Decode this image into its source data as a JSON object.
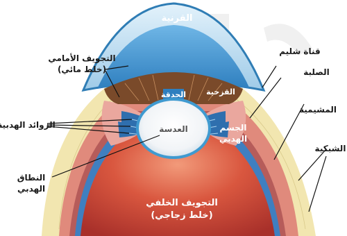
{
  "labels": {
    "cornea": "القرنية",
    "schlemm": "قناة شليم",
    "anterior_chamber": "التجويف الأمامي",
    "anterior_chamber_sub": "(خلط مائي)",
    "iris": "القزحية",
    "pupil": "الحدقة",
    "sclera": "الصلبة",
    "ciliary_processes": "الزوائد الهدبية",
    "lens": "العدسة",
    "choroid": "المشيمية",
    "ciliary_body_1": "الجسم",
    "ciliary_body_2": "الهدبي",
    "retina": "الشبكية",
    "zonule_1": "النطاق",
    "zonule_2": "الهدبي",
    "posterior_chamber": "التجويف الخلفي",
    "posterior_chamber_sub": "(خلط زجاجي)"
  },
  "colors": {
    "background": "#ffffff",
    "vitreous": "#c9473d",
    "vitreous_highlight": "#f08a70",
    "retina": "#a95a5a",
    "choroid": "#d97a6e",
    "sclera": "#f2e9b6",
    "cornea": "#bfe0f2",
    "cornea_rim": "#2f7db5",
    "aqueous": "#4d9bd6",
    "iris": "#7a4a2a",
    "ciliary_body": "#e9a59c",
    "lens": "#f7f7f7",
    "lens_rim": "#3f9ad0",
    "label_light": "#ffffff",
    "label_dark": "#1a1a1a",
    "leader": "#111111"
  }
}
